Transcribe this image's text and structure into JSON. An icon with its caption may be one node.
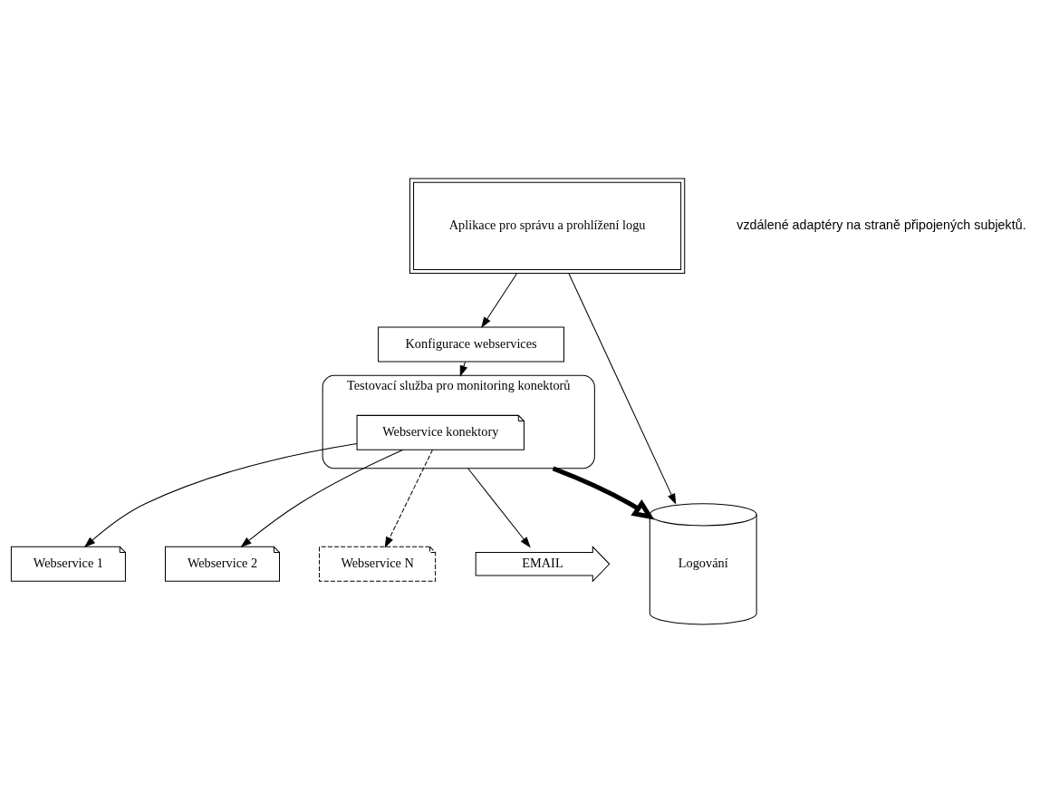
{
  "diagram": {
    "nodes": [
      {
        "text": [
          "Testovací služba pro monitoring konektorů"
        ]
      },
      {
        "text": [
          "Webservice konektory"
        ],
        "in": 0
      },
      {
        "text": [
          "Webservice 1"
        ]
      },
      {
        "text": [
          "Webservice 2"
        ]
      },
      {
        "text": [
          "Webservice N"
        ]
      },
      {
        "text": [
          "Konfigurace webservices"
        ]
      },
      {
        "text": [
          "Logování"
        ]
      },
      {
        "text": [
          "EMAIL"
        ]
      },
      {
        "text": [
          "Aplikace pro správu a prohlížení logu"
        ]
      }
    ],
    "edges": [
      {
        "from": 1,
        "to": 2,
        "arrow": "to"
      },
      {
        "from": 1,
        "to": 3,
        "arrow": "to"
      },
      {
        "from": 1,
        "to": 4,
        "arrow": "to",
        "style": "dashed"
      },
      {
        "from": 5,
        "to": 0,
        "arrow": "to"
      },
      {
        "from": 0,
        "to": 6,
        "arrow": "to",
        "style": "thick"
      },
      {
        "from": 0,
        "to": 7,
        "arrow": "to"
      },
      {
        "from": 8,
        "to": 5,
        "arrow": "to"
      },
      {
        "from": 8,
        "to": 6,
        "arrow": "to"
      }
    ],
    "labels": [
      "vzdálené adaptéry na straně připojených subjektů."
    ]
  }
}
